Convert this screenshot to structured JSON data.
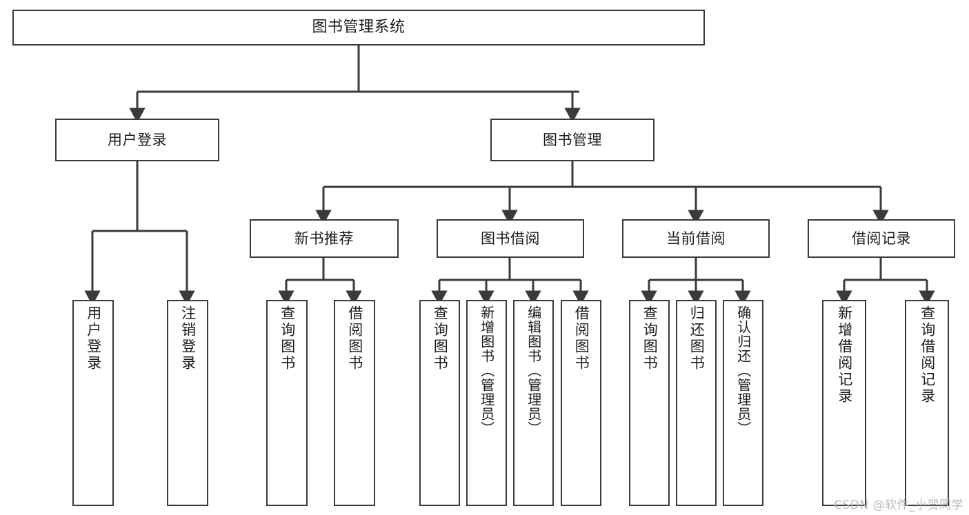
{
  "diagram": {
    "title": "图书管理系统",
    "type": "tree",
    "background_color": "#ffffff",
    "line_color": "#3a3a3a",
    "text_color": "#1b1b1b",
    "watermark": "CSDN @软件_小贺同学",
    "nodes": {
      "root": {
        "label": "图书管理系统"
      },
      "level2": [
        {
          "label": "用户登录"
        },
        {
          "label": "图书管理"
        }
      ],
      "level3": [
        {
          "label": "新书推荐"
        },
        {
          "label": "图书借阅"
        },
        {
          "label": "当前借阅"
        },
        {
          "label": "借阅记录"
        }
      ],
      "leaves_user_login": [
        {
          "label": "用户登录"
        },
        {
          "label": "注销登录"
        }
      ],
      "leaves_new_book": [
        {
          "label": "查询图书"
        },
        {
          "label": "借阅图书"
        }
      ],
      "leaves_borrow": [
        {
          "label": "查询图书"
        },
        {
          "label": "新增图书（管理员）"
        },
        {
          "label": "编辑图书（管理员）"
        },
        {
          "label": "借阅图书"
        }
      ],
      "leaves_current": [
        {
          "label": "查询图书"
        },
        {
          "label": "归还图书"
        },
        {
          "label": "确认归还（管理员）"
        }
      ],
      "leaves_records": [
        {
          "label": "新增借阅记录"
        },
        {
          "label": "查询借阅记录"
        }
      ]
    }
  }
}
